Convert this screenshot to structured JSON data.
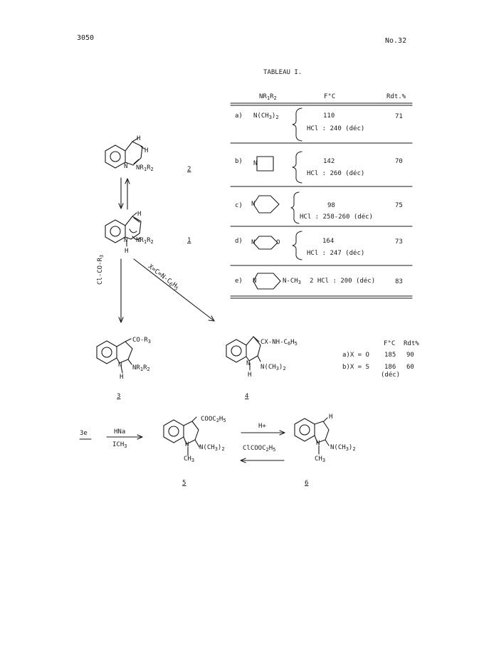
{
  "header": {
    "page_number": "3050",
    "journal_issue": "No.32"
  },
  "table": {
    "title": "TABLEAU  I.",
    "columns": {
      "amine": "NR1R2",
      "mp": "F°C",
      "yield": "Rdt.%"
    },
    "rows": [
      {
        "id": "a)",
        "amine": "N(CH3)2",
        "mp": "110",
        "salt": "HCl : 240 (déc)",
        "yield": "71"
      },
      {
        "id": "b)",
        "amine": "",
        "mp": "142",
        "salt": "HCl : 260 (déc)",
        "yield": "70"
      },
      {
        "id": "c)",
        "amine": "",
        "mp": "98",
        "salt": "HCl : 258-260 (déc)",
        "yield": "75"
      },
      {
        "id": "d)",
        "amine": "",
        "mp": "164",
        "salt": "HCl : 247 (déc)",
        "yield": "73"
      },
      {
        "id": "e)",
        "amine": "N-CH3",
        "mp": "",
        "salt": "2 HCl : 200 (déc)",
        "yield": "83"
      }
    ]
  },
  "structures": {
    "c2": {
      "label": "2",
      "sub": "NR1R2",
      "h1": "H",
      "h2": "H"
    },
    "c1": {
      "label": "1",
      "sub": "NR1R2",
      "h": "H"
    },
    "c3": {
      "label": "3",
      "top": "CO-R3",
      "sub": "NR1R2",
      "h": "H"
    },
    "c4": {
      "label": "4",
      "top": "CX-NH-C6H5",
      "sub": "N(CH3)2",
      "h": "H"
    },
    "c5": {
      "label": "5",
      "top": "COOC2H5",
      "sub": "N(CH3)2",
      "nme": "CH3"
    },
    "c6": {
      "label": "6",
      "top": "H",
      "sub": "N(CH3)2",
      "nme": "CH3"
    }
  },
  "arrows": {
    "acyl": "Cl-CO-R3",
    "iso": "X=C=N-C6H5",
    "start": "3e",
    "base": "HNa",
    "mei": "ICH3",
    "fwd": "H+",
    "rev": "ClCOOC2H5"
  },
  "compound4_table": {
    "head_mp": "F°C",
    "head_yield": "Rdt%",
    "rows": [
      {
        "label": "a)X = O",
        "mp": "185",
        "yield": "90"
      },
      {
        "label": "b)X = S",
        "mp": "186",
        "yield": "60",
        "note": "(déc)"
      }
    ]
  }
}
